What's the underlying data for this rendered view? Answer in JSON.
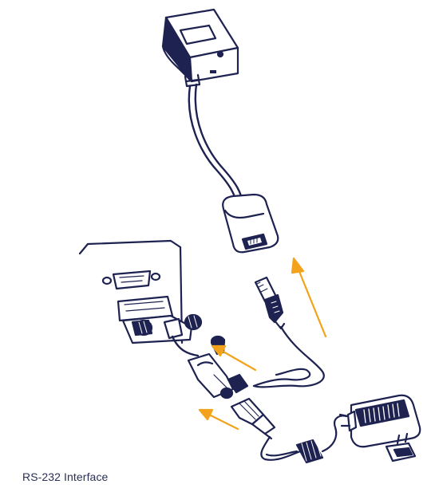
{
  "caption": "RS-232 Interface",
  "colors": {
    "line": "#1e2251",
    "arrow": "#f2a31b",
    "fill": "#ffffff"
  },
  "components": [
    "scanner-head",
    "rj45-jack",
    "rj45-plug",
    "db9-port",
    "db9-connector",
    "inline-ferrite",
    "dc-power-jack",
    "dc-plug",
    "coiled-cable",
    "power-adapter"
  ]
}
